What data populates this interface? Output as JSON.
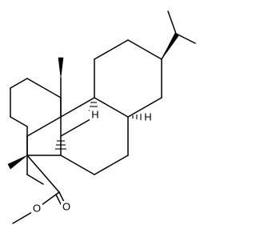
{
  "atom_labels": {
    "h_c4b": "H",
    "h_c8a": "H",
    "o_carbonyl": "O",
    "o_ester": "O"
  }
}
